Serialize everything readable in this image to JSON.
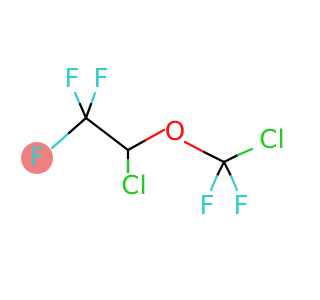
{
  "molecule": {
    "atoms": [
      {
        "id": "f-top-left",
        "element": "F",
        "label": "F",
        "color": "#33cccc"
      },
      {
        "id": "f-top-right",
        "element": "F",
        "label": "F",
        "color": "#33cccc"
      },
      {
        "id": "f-left",
        "element": "F",
        "label": "F",
        "color": "#33cccc",
        "highlighted": true
      },
      {
        "id": "o-ether",
        "element": "O",
        "label": "O",
        "color": "#ff0d0d"
      },
      {
        "id": "cl-bottom",
        "element": "Cl",
        "label": "Cl",
        "color": "#1fcc1f"
      },
      {
        "id": "cl-right",
        "element": "Cl",
        "label": "Cl",
        "color": "#1fcc1f"
      },
      {
        "id": "f-bottom-left",
        "element": "F",
        "label": "F",
        "color": "#33cccc"
      },
      {
        "id": "f-bottom-right",
        "element": "F",
        "label": "F",
        "color": "#33cccc"
      }
    ],
    "bond_color": "#000000",
    "highlight_color": "#f08080"
  }
}
